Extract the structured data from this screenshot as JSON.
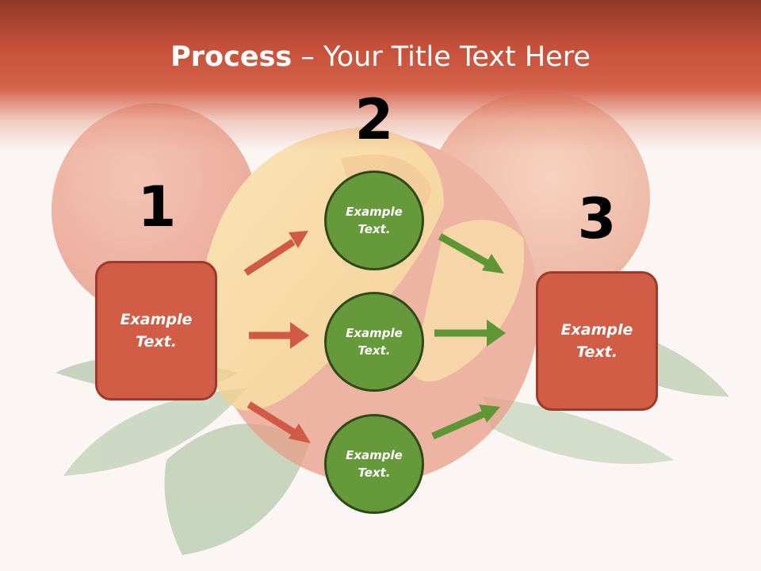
{
  "title": {
    "bold": "Process",
    "rest": " – Your Title Text Here"
  },
  "numbers": [
    "1",
    "2",
    "3"
  ],
  "left_box": {
    "text": "Example\nText."
  },
  "circles": [
    {
      "text": "Example\nText."
    },
    {
      "text": "Example\nText."
    },
    {
      "text": "Example\nText."
    }
  ],
  "right_box": {
    "text": "Example\nText."
  },
  "colors": {
    "red_fill": "#d15d47",
    "red_stroke": "#9e3a2c",
    "green_fill": "#65993a",
    "green_stroke": "#30491a",
    "red_arrow": "#d05a45",
    "green_arrow": "#5e9633"
  }
}
